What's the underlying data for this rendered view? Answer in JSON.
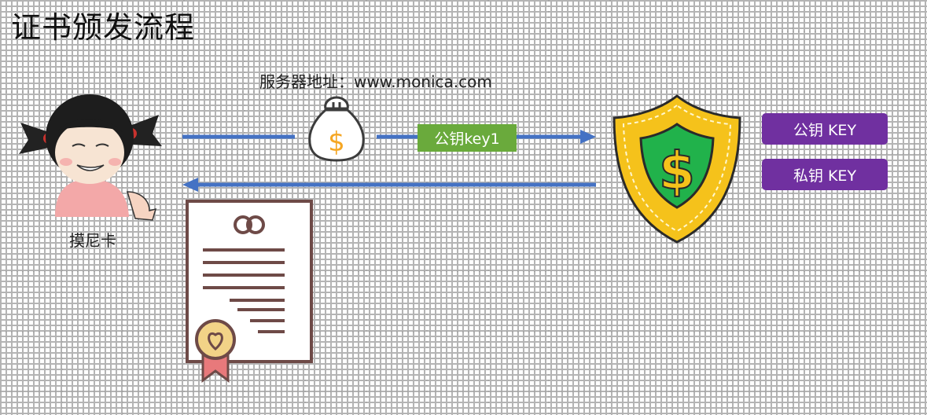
{
  "title": "证书颁发流程",
  "server_address": "服务器地址：www.monica.com",
  "person_label": "摸尼卡",
  "money_bag_symbol": "$",
  "shield_symbol": "$",
  "public_key_transfer_label": "公钥key1",
  "public_key_label": "公钥 KEY",
  "private_key_label": "私钥 KEY",
  "colors": {
    "arrow": "#4472c4",
    "green_tag": "#6aaa3c",
    "purple_tag": "#7030a0",
    "certificate": "#6e4a47",
    "shield_gold": "#f5c21b",
    "shield_green": "#21b24b"
  },
  "icons": [
    "girl-avatar-icon",
    "money-bag-icon",
    "shield-dollar-icon",
    "certificate-icon"
  ]
}
